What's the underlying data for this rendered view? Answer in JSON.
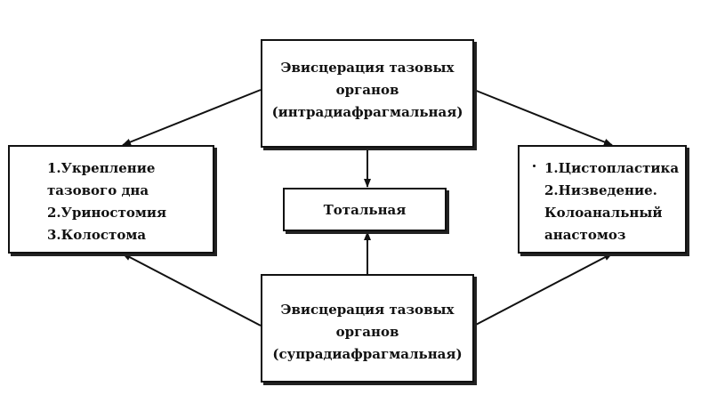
{
  "boxes": {
    "top": {
      "lines": [
        "Эвисцерация тазовых",
        "органов",
        "(интрадиафрагмальная)"
      ]
    },
    "bottom": {
      "lines": [
        "Эвисцерация тазовых",
        "органов",
        "(супрадиафрагмальная)"
      ]
    },
    "left": {
      "lines": [
        "1.Укрепление",
        "тазового дна",
        "2.Уриностомия",
        "3.Колостома"
      ]
    },
    "right": {
      "lines": [
        "1.Цистопластика",
        "2.Низведение.",
        "Колоанальный",
        "анастомоз"
      ]
    },
    "center": {
      "label": "Тотальная"
    }
  },
  "colors": {
    "stroke": "#111111",
    "background": "#ffffff"
  }
}
